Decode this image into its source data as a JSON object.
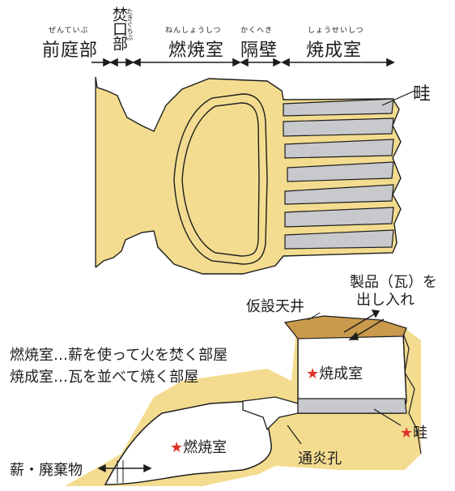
{
  "top_diagram": {
    "sections": [
      {
        "id": "front",
        "label": "前庭部",
        "ruby": "ぜんていぶ"
      },
      {
        "id": "firebox",
        "label": "焚口部",
        "ruby": "たきぐちぶ"
      },
      {
        "id": "combustion",
        "label": "燃焼室",
        "ruby": "ねんしょうしつ"
      },
      {
        "id": "partition",
        "label": "隔壁",
        "ruby": "かくへき"
      },
      {
        "id": "firing",
        "label": "焼成室",
        "ruby": "しょうせいしつ"
      }
    ],
    "ridge_label": "畦"
  },
  "bottom_diagram": {
    "temp_ceiling": "仮設天井",
    "product_line1": "製品（瓦）を",
    "product_line2": "出し入れ",
    "legend_line1": "燃焼室…薪を使って火を焚く部屋",
    "legend_line2": "焼成室…瓦を並べて焼く部屋",
    "firing_room": "焼成室",
    "combustion_room": "燃焼室",
    "ridge": "畦",
    "flue": "通炎孔",
    "fuel": "薪・廃棄物",
    "star": "★"
  },
  "colors": {
    "kiln_fill": "#f3dc8f",
    "ridge_fill": "#c7c9cc",
    "ceiling_fill": "#c99a4c",
    "ink": "#1d1d1d",
    "star": "#e0302a"
  }
}
